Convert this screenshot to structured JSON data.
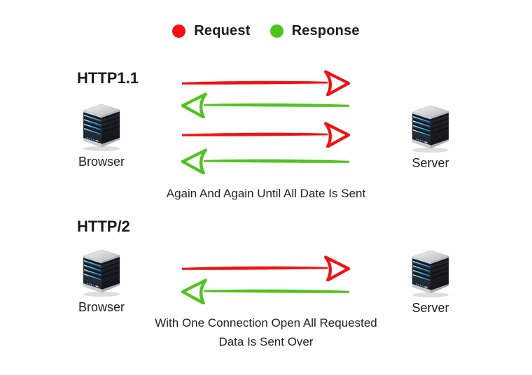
{
  "legend": {
    "items": [
      {
        "label": "Request",
        "icon": "request-dot-icon",
        "color_key": "request"
      },
      {
        "label": "Response",
        "icon": "response-dot-icon",
        "color_key": "response"
      }
    ]
  },
  "colors": {
    "request": "#f21212",
    "response": "#4ec41d",
    "text": "#1b1b1b"
  },
  "sections": [
    {
      "title": "HTTP1.1",
      "left_node_label": "Browser",
      "right_node_label": "Server",
      "arrows": [
        "request",
        "response",
        "request",
        "response"
      ],
      "caption_lines": [
        "Again And Again Until All Date Is Sent"
      ]
    },
    {
      "title": "HTTP/2",
      "left_node_label": "Browser",
      "right_node_label": "Server",
      "arrows": [
        "request",
        "response"
      ],
      "caption_lines": [
        "With One Connection Open All Requested",
        "Data Is Sent Over"
      ]
    }
  ]
}
